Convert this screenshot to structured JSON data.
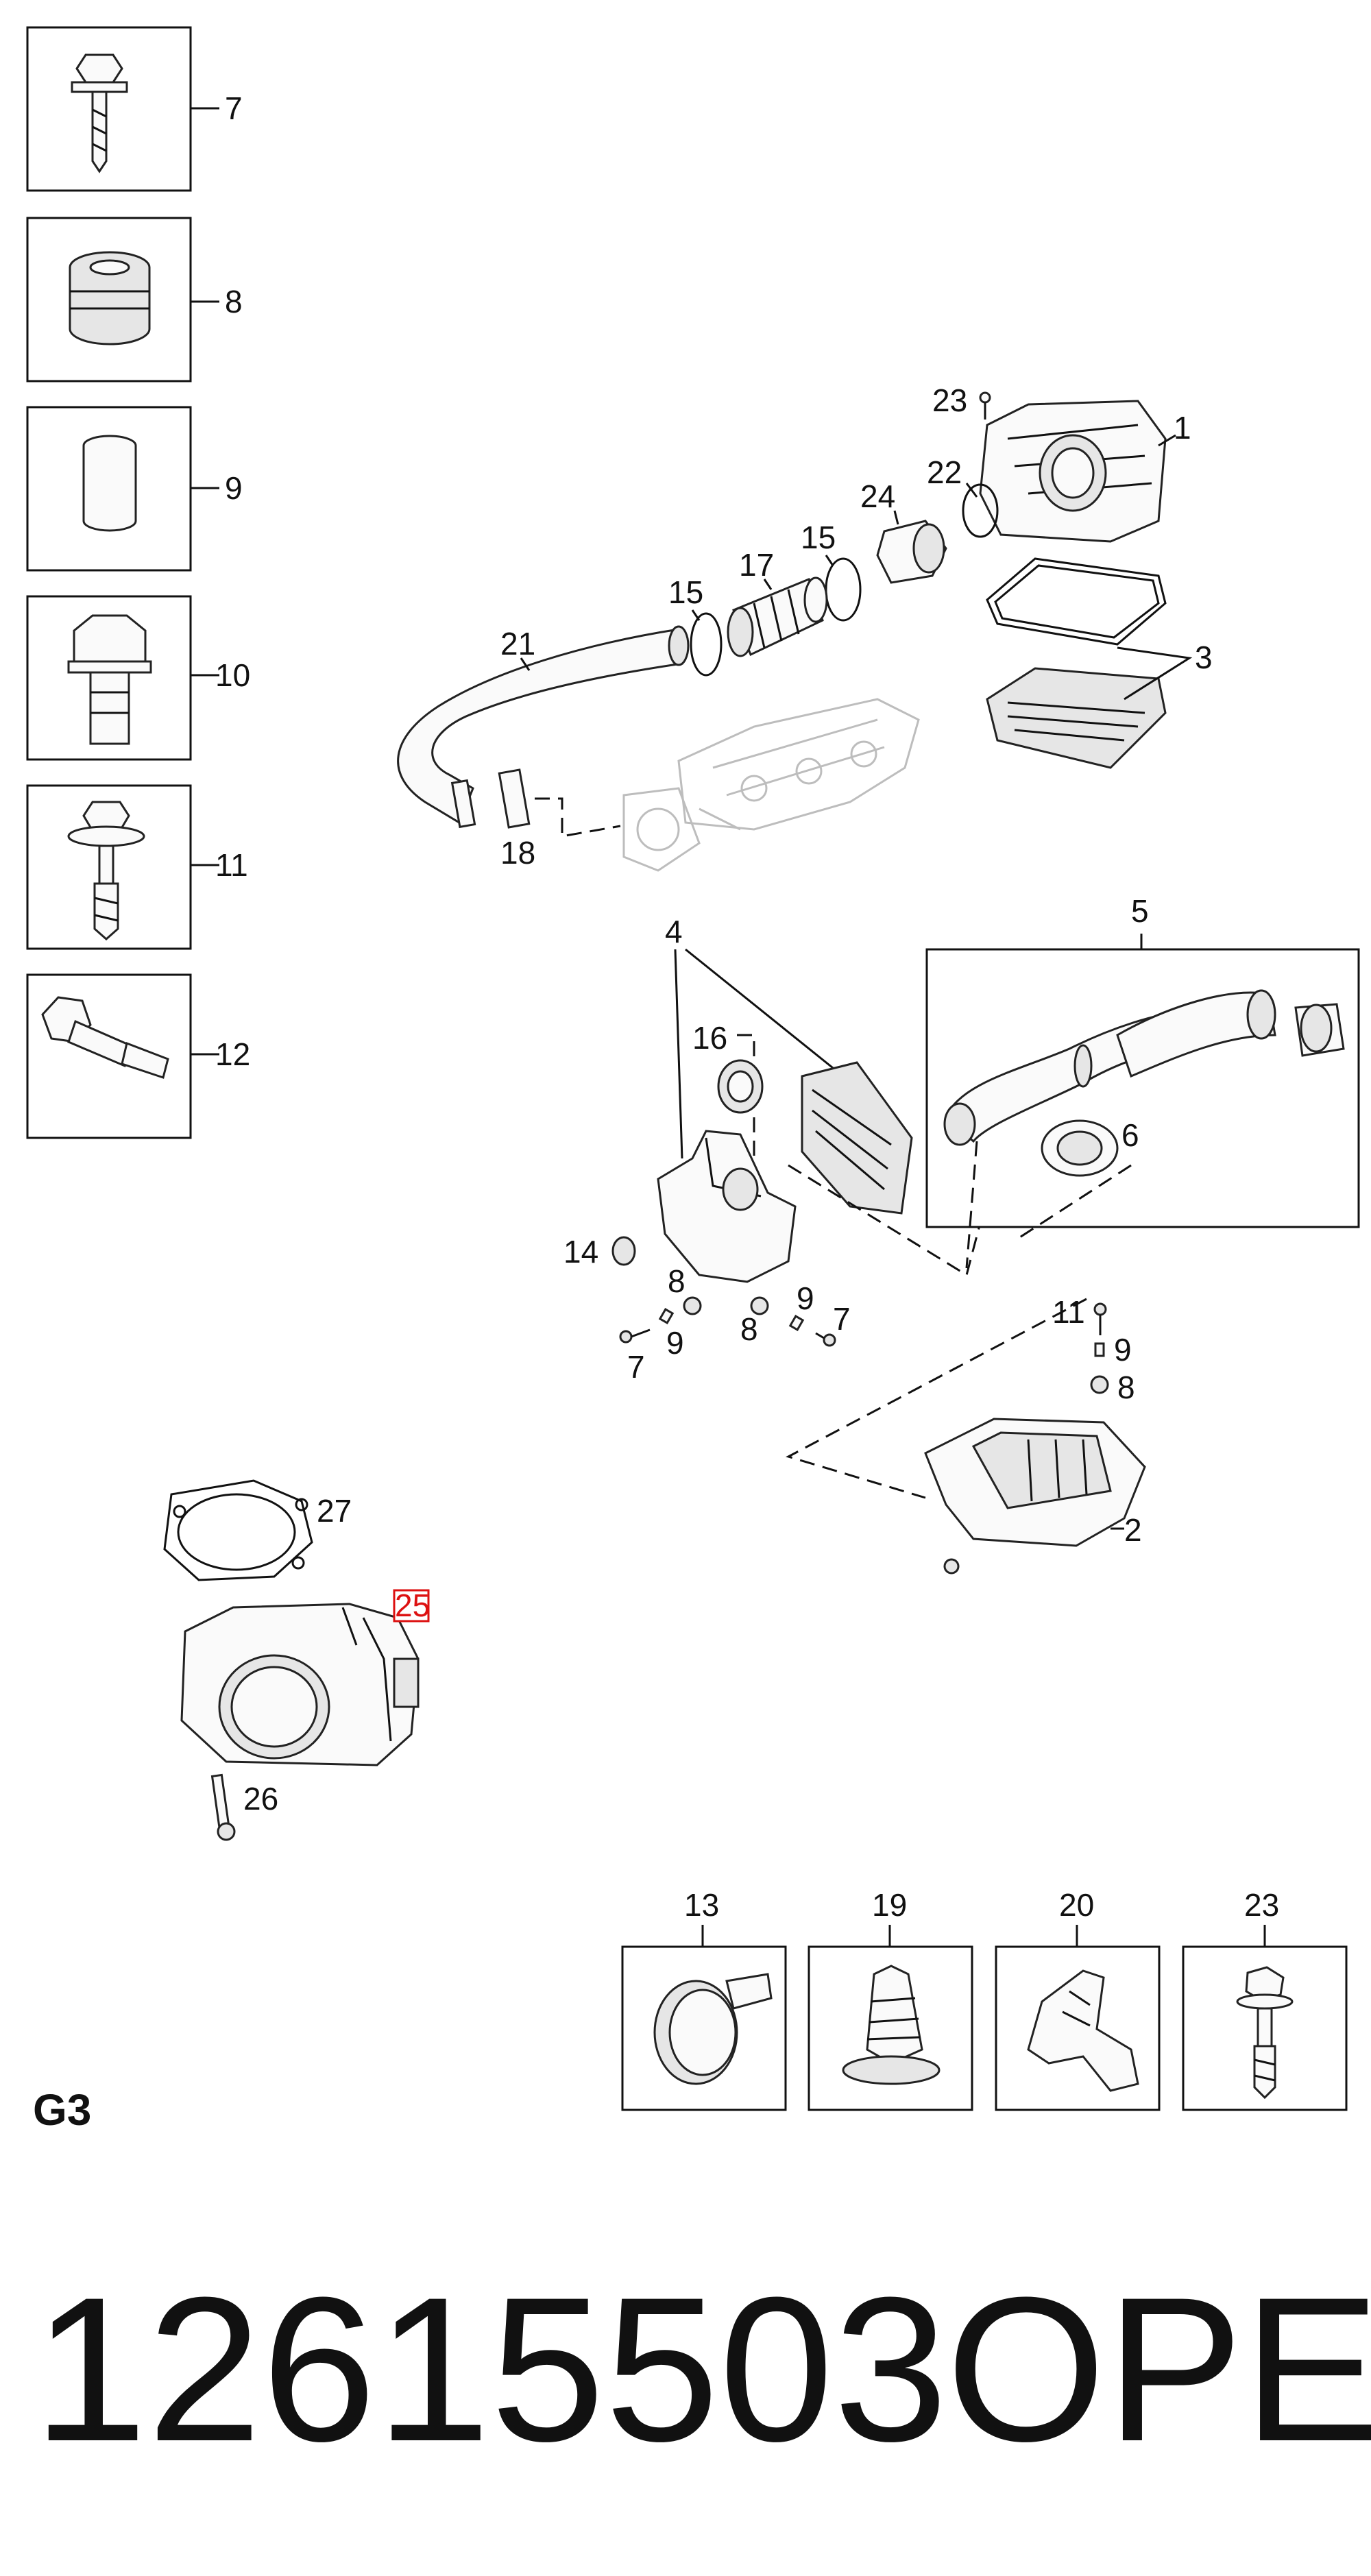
{
  "section_code": "G3",
  "part_number": "12615503",
  "brand": "OPEL",
  "callouts": {
    "c1": "1",
    "c2": "2",
    "c3": "3",
    "c4": "4",
    "c5": "5",
    "c6": "6",
    "c7a": "7",
    "c7b": "7",
    "c8a": "8",
    "c8b": "8",
    "c8c": "8",
    "c9a": "9",
    "c9b": "9",
    "c9c": "9",
    "c11": "11",
    "c14": "14",
    "c15a": "15",
    "c15b": "15",
    "c16": "16",
    "c17": "17",
    "c18": "18",
    "c21": "21",
    "c22": "22",
    "c23": "23",
    "c24": "24",
    "c25": "25",
    "c26": "26",
    "c27": "27"
  },
  "left_boxes": [
    "7",
    "8",
    "9",
    "10",
    "11",
    "12"
  ],
  "bottom_boxes": [
    "13",
    "19",
    "20",
    "23"
  ],
  "colors": {
    "line": "#111111",
    "highlight": "#dd1111",
    "ghost": "#bdbdbd"
  }
}
